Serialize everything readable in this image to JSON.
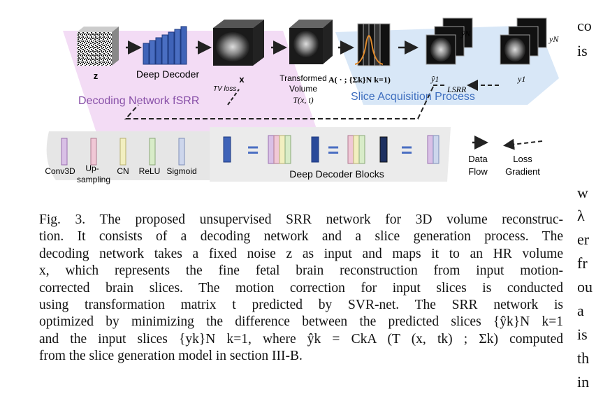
{
  "figure": {
    "labels": {
      "z": "z",
      "deep_decoder": "Deep Decoder",
      "x": "x",
      "tv_loss": "TV loss",
      "transformed_volume_1": "Transformed",
      "transformed_volume_2": "Volume",
      "transformed_volume_3": "T(x, t)",
      "acquisition_op": "A( · ; {Σk}N k=1)",
      "y_hat_N": "ŷN",
      "y_N": "yN",
      "y_hat_1": "ŷ1",
      "y_1": "y1",
      "l_srr": "LSRR",
      "decoding_network": "Decoding Network fSRR",
      "slice_acquisition": "Slice Acquisition Process"
    },
    "legend": {
      "conv3d": "Conv3D",
      "upsampling_1": "Up-",
      "upsampling_2": "sampling",
      "cn": "CN",
      "relu": "ReLU",
      "sigmoid": "Sigmoid",
      "deep_decoder_blocks": "Deep Decoder Blocks",
      "data_flow_1": "Data",
      "data_flow_2": "Flow",
      "loss_gradient_1": "Loss",
      "loss_gradient_2": "Gradient"
    },
    "colors": {
      "decoding_bg": "#f3dcf5",
      "acquisition_bg": "#d6e6f7",
      "block_blue": "#3f63b8",
      "legend_bg": "#e6e6e6"
    }
  },
  "caption": {
    "lines": [
      "Fig. 3.  The proposed unsupervised SRR network for 3D volume reconstruc-",
      "tion. It consists of a decoding network and a slice generation process. The",
      "decoding network takes a fixed noise z as input and maps it to an HR volume",
      "x, which represents the fine fetal brain reconstruction from input motion-",
      "corrected brain slices. The motion correction for input slices is conducted",
      "using transformation matrix t predicted by SVR-net. The SRR network is",
      "optimized by minimizing the difference between the predicted slices {ŷk}N k=1",
      "and the input slices {yk}N k=1, where ŷk = CkA (T (x, tk) ; Σk) computed",
      "from the slice generation model in section III-B."
    ]
  },
  "right_column": {
    "top": [
      "co",
      "is"
    ],
    "bottom": [
      "w",
      "λ",
      "er",
      "fr",
      "ou",
      "a",
      "is",
      "th",
      "in"
    ]
  }
}
